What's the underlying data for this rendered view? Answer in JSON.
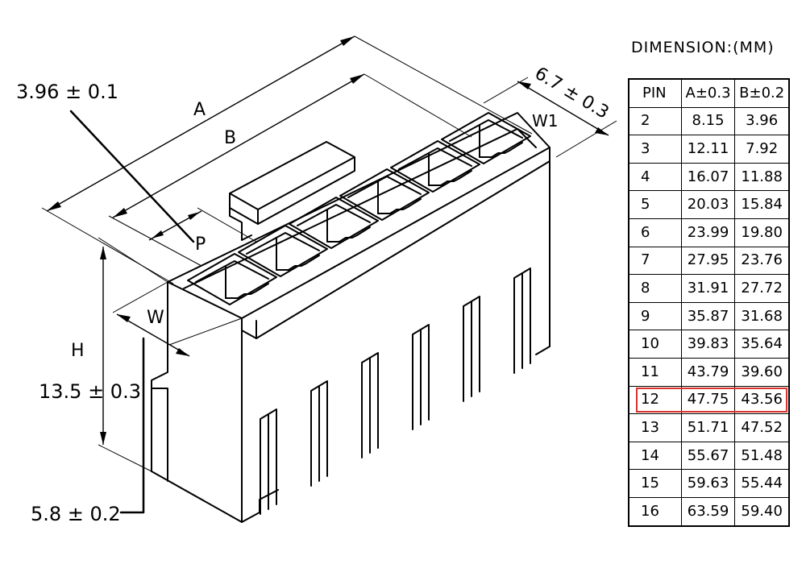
{
  "labels": {
    "pitch_tol": "3.96 ± 0.1",
    "dim_a": "A",
    "dim_b": "B",
    "dim_p": "P",
    "dim_w": "W",
    "dim_w1": "W1",
    "dim_depth": "6.7 ± 0.3",
    "dim_h": "H",
    "height_tol": "13.5 ± 0.3",
    "base_tol": "5.8 ± 0.2"
  },
  "table": {
    "title": "DIMENSION:(MM)",
    "headers": [
      "PIN",
      "A±0.3",
      "B±0.2"
    ],
    "highlight_color": "#d9342b",
    "highlight_pin": "12",
    "rows": [
      [
        "2",
        "8.15",
        "3.96"
      ],
      [
        "3",
        "12.11",
        "7.92"
      ],
      [
        "4",
        "16.07",
        "11.88"
      ],
      [
        "5",
        "20.03",
        "15.84"
      ],
      [
        "6",
        "23.99",
        "19.80"
      ],
      [
        "7",
        "27.95",
        "23.76"
      ],
      [
        "8",
        "31.91",
        "27.72"
      ],
      [
        "9",
        "35.87",
        "31.68"
      ],
      [
        "10",
        "39.83",
        "35.64"
      ],
      [
        "11",
        "43.79",
        "39.60"
      ],
      [
        "12",
        "47.75",
        "43.56"
      ],
      [
        "13",
        "51.71",
        "47.52"
      ],
      [
        "14",
        "55.67",
        "51.48"
      ],
      [
        "15",
        "59.63",
        "55.44"
      ],
      [
        "16",
        "63.59",
        "59.40"
      ]
    ]
  }
}
